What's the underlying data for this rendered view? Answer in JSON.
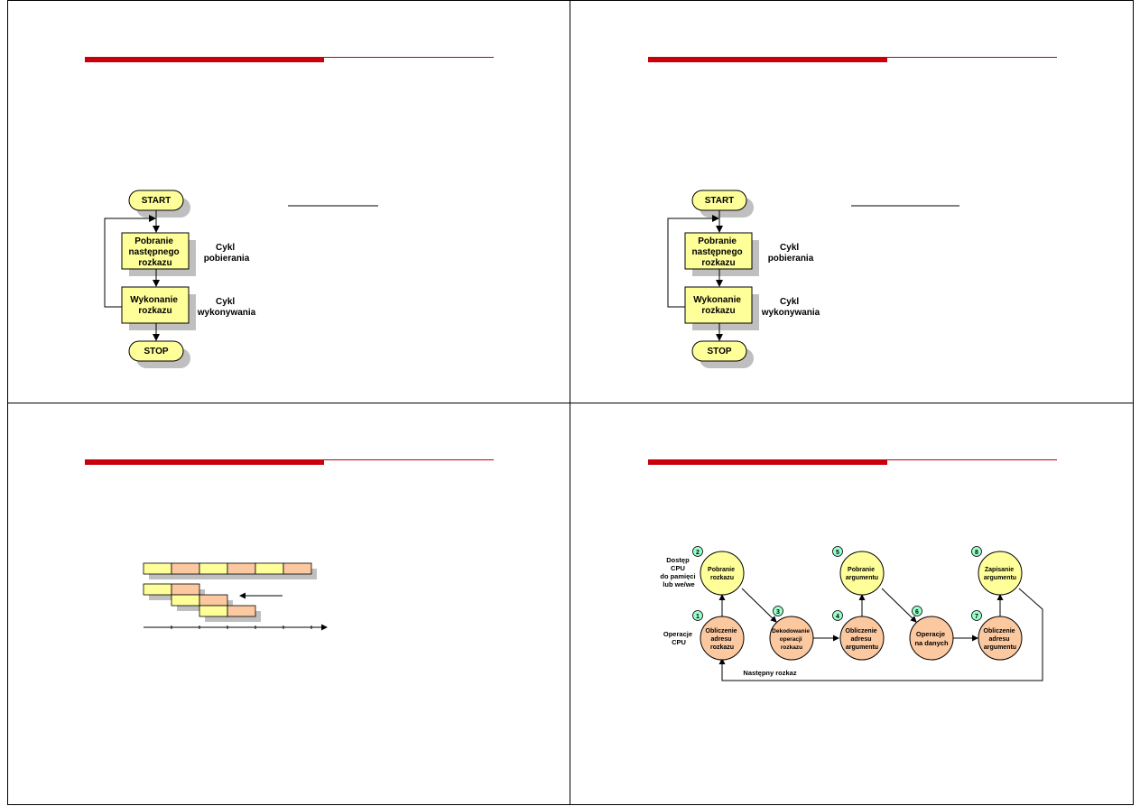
{
  "flowchart": {
    "start": "START",
    "stop": "STOP",
    "fetch_box": [
      "Pobranie",
      "następnego",
      "rozkazu"
    ],
    "execute_box": [
      "Wykonanie",
      "rozkazu"
    ],
    "fetch_label": [
      "Cykl",
      "pobierania"
    ],
    "execute_label": [
      "Cykl",
      "wykonywania"
    ]
  },
  "pipeline": {
    "colors": {
      "yellow": "#ffff99",
      "orange": "#fbc8a0",
      "shadow": "#bfbfbf"
    }
  },
  "cycle_diagram": {
    "left_labels": {
      "top": [
        "Dostęp",
        "CPU",
        "do pamięci",
        "lub we/we"
      ],
      "bottom": [
        "Operacje",
        "CPU"
      ]
    },
    "states": [
      {
        "num": "1",
        "row": "bottom",
        "lines": [
          "Obliczenie",
          "adresu",
          "rozkazu"
        ]
      },
      {
        "num": "2",
        "row": "top",
        "lines": [
          "Pobranie",
          "rozkazu"
        ]
      },
      {
        "num": "3",
        "row": "bottom",
        "lines": [
          "Dekodowanie",
          "operacji",
          "rozkazu"
        ]
      },
      {
        "num": "4",
        "row": "bottom",
        "lines": [
          "Obliczenie",
          "adresu",
          "argumentu"
        ]
      },
      {
        "num": "5",
        "row": "top",
        "lines": [
          "Pobranie",
          "argumentu"
        ]
      },
      {
        "num": "6",
        "row": "bottom",
        "lines": [
          "Operacje",
          "na danych"
        ]
      },
      {
        "num": "7",
        "row": "bottom",
        "lines": [
          "Obliczenie",
          "adresu",
          "argumentu"
        ]
      },
      {
        "num": "8",
        "row": "top",
        "lines": [
          "Zapisanie",
          "argumentu"
        ]
      }
    ],
    "next_label": "Następny rozkaz",
    "colors": {
      "top_fill": "#ffff99",
      "bottom_fill": "#fbc8a0",
      "badge": "#99ffcc"
    }
  }
}
